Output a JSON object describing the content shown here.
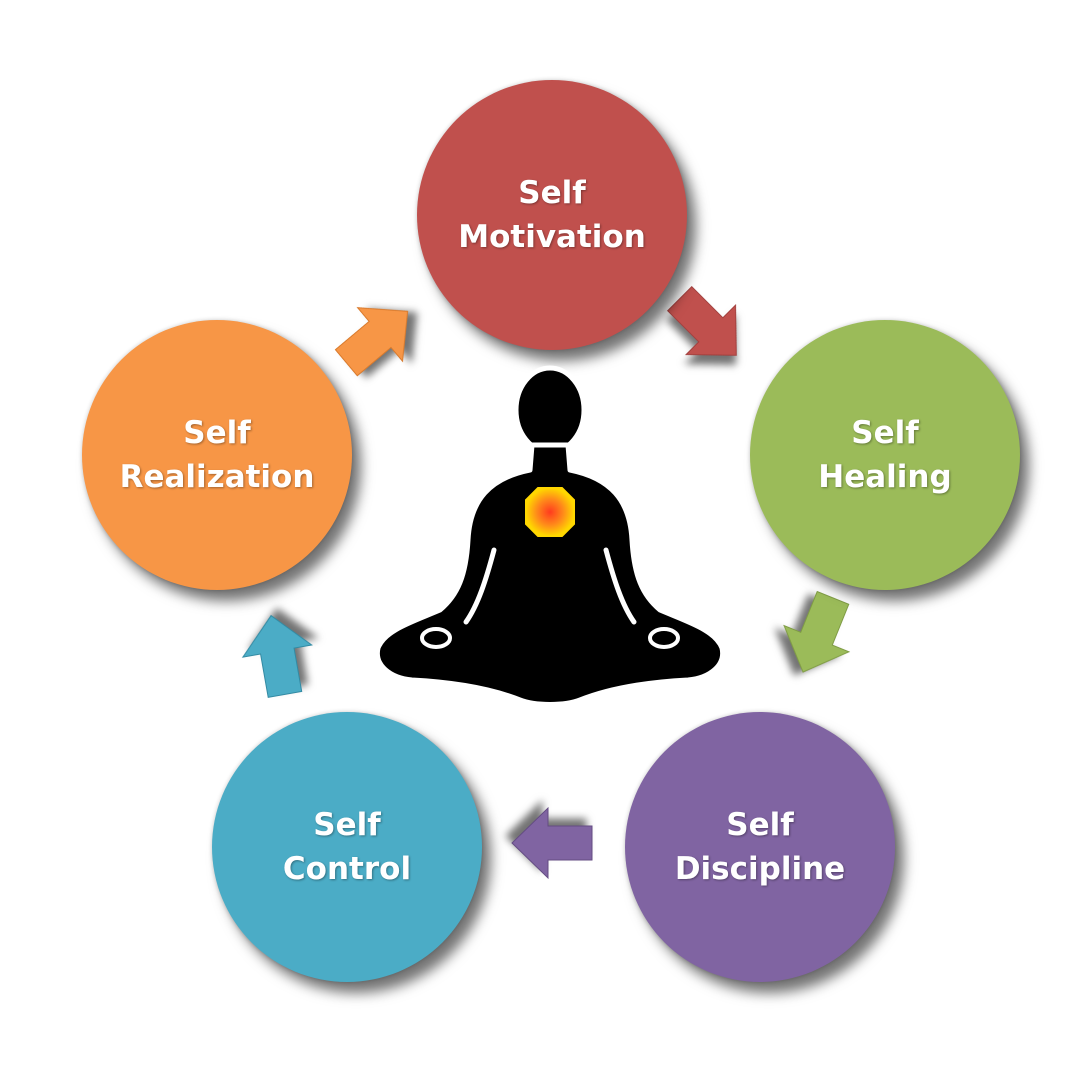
{
  "nodes": [
    {
      "id": "motivation",
      "line1": "Self",
      "line2": "Motivation",
      "color": "#c0504d"
    },
    {
      "id": "healing",
      "line1": "Self",
      "line2": "Healing",
      "color": "#9bbb59"
    },
    {
      "id": "discipline",
      "line1": "Self",
      "line2": "Discipline",
      "color": "#8064a2"
    },
    {
      "id": "control",
      "line1": "Self",
      "line2": "Control",
      "color": "#4bacc6"
    },
    {
      "id": "realization",
      "line1": "Self",
      "line2": "Realization",
      "color": "#f79646"
    }
  ],
  "flow": [
    "motivation",
    "healing",
    "discipline",
    "control",
    "realization",
    "motivation"
  ],
  "center_icon": "meditating-person-silhouette-icon",
  "chakra_color": "#ffd700"
}
